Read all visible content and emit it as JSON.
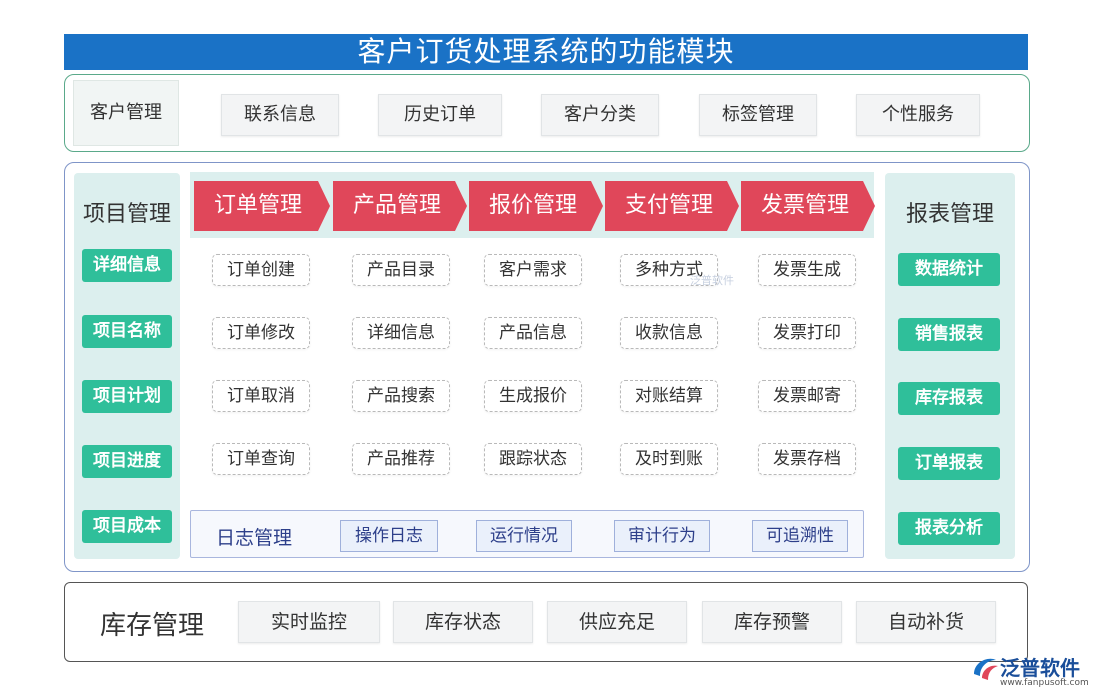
{
  "title": "客户订货处理系统的功能模块",
  "customer": {
    "label": "客户管理",
    "items": [
      "联系信息",
      "历史订单",
      "客户分类",
      "标签管理",
      "个性服务"
    ]
  },
  "project": {
    "title": "项目管理",
    "items": [
      "详细信息",
      "项目名称",
      "项目计划",
      "项目进度",
      "项目成本"
    ]
  },
  "modules": [
    {
      "name": "订单管理",
      "items": [
        "订单创建",
        "订单修改",
        "订单取消",
        "订单查询"
      ]
    },
    {
      "name": "产品管理",
      "items": [
        "产品目录",
        "详细信息",
        "产品搜索",
        "产品推荐"
      ]
    },
    {
      "name": "报价管理",
      "items": [
        "客户需求",
        "产品信息",
        "生成报价",
        "跟踪状态"
      ]
    },
    {
      "name": "支付管理",
      "items": [
        "多种方式",
        "收款信息",
        "对账结算",
        "及时到账"
      ]
    },
    {
      "name": "发票管理",
      "items": [
        "发票生成",
        "发票打印",
        "发票邮寄",
        "发票存档"
      ]
    }
  ],
  "report": {
    "title": "报表管理",
    "items": [
      "数据统计",
      "销售报表",
      "库存报表",
      "订单报表",
      "报表分析"
    ]
  },
  "log": {
    "title": "日志管理",
    "items": [
      "操作日志",
      "运行情况",
      "审计行为",
      "可追溯性"
    ]
  },
  "inventory": {
    "title": "库存管理",
    "items": [
      "实时监控",
      "库存状态",
      "供应充足",
      "库存预警",
      "自动补货"
    ]
  },
  "watermark": "泛普软件",
  "logo": {
    "name": "泛普软件",
    "url": "www.fanpusoft.com"
  },
  "colors": {
    "title_bar": "#1a72c6",
    "arrow": "#e0475a",
    "green": "#2fbf9a",
    "side_bg": "#dcefee"
  }
}
